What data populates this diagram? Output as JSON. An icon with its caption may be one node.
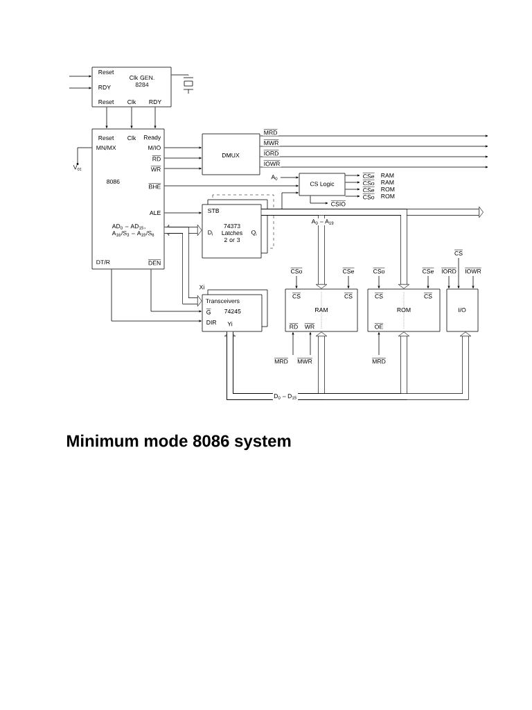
{
  "diagram": {
    "caption": "Minimum mode 8086 system",
    "nodes": [
      {
        "text": [
          "Reset",
          "RDY",
          "Clk GEN. 8284",
          "Reset",
          "Clk",
          "RDY"
        ]
      },
      {
        "text": [],
        "shape": "crystal"
      },
      {
        "text": [
          "Reset",
          "Clk",
          "Ready",
          "MN/MX",
          "M/IO",
          "RD",
          "WR",
          "8086",
          "BHE",
          "ALE",
          "AD$_{0}$ – AD$_{15}$, A$_{16}$/S$_{3}$ – A$_{19}$/S$_{6}$",
          "DT/R",
          "DEN"
        ]
      },
      {
        "text": [
          "V$_{cc}$"
        ]
      },
      {
        "text": [
          "DMUX"
        ]
      },
      {
        "text": [
          "CS Logic"
        ]
      },
      {
        "text": [
          "STB",
          "D$_{i}$",
          "74373 Latches 2 or 3",
          "Q$_{i}$"
        ]
      },
      {
        "text": [
          "Xi",
          "Transceivers",
          "G",
          "74245",
          "DIR",
          "Yi"
        ]
      },
      {
        "text": [
          "CS",
          "CS",
          "RAM",
          "RD",
          "WR"
        ]
      },
      {
        "text": [
          "CS",
          "CS",
          "ROM",
          "OE"
        ]
      },
      {
        "text": [
          "I/O"
        ]
      }
    ],
    "edges": [
      {
        "from": null,
        "to": 0,
        "arrow": "to"
      },
      {
        "from": null,
        "to": 0,
        "arrow": "to"
      },
      {
        "from": 0,
        "to": 1,
        "arrow": "none"
      },
      {
        "from": 0,
        "to": 2,
        "arrow": "to"
      },
      {
        "from": 0,
        "to": 2,
        "arrow": "to"
      },
      {
        "from": 0,
        "to": 2,
        "arrow": "to"
      },
      {
        "from": 3,
        "to": 2,
        "arrow": "none"
      },
      {
        "from": 2,
        "to": 4,
        "arrow": "to"
      },
      {
        "from": 2,
        "to": 4,
        "arrow": "to"
      },
      {
        "from": 2,
        "to": 4,
        "arrow": "to"
      },
      {
        "from": 4,
        "to": null,
        "arrow": "to",
        "label": "MRD"
      },
      {
        "from": 4,
        "to": null,
        "arrow": "to",
        "label": "MWR"
      },
      {
        "from": 4,
        "to": null,
        "arrow": "to",
        "label": "IORD"
      },
      {
        "from": 4,
        "to": null,
        "arrow": "to",
        "label": "IOWR"
      },
      {
        "from": 2,
        "to": 5,
        "arrow": "to"
      },
      {
        "from": null,
        "to": 5,
        "arrow": "to",
        "label": "A$_{0}$"
      },
      {
        "from": 6,
        "to": 5,
        "arrow": "to"
      },
      {
        "from": 5,
        "to": null,
        "arrow": "to",
        "label": "CSe"
      },
      {
        "from": 5,
        "to": null,
        "arrow": "to",
        "label": "CSo"
      },
      {
        "from": 5,
        "to": null,
        "arrow": "to",
        "label": "CSe"
      },
      {
        "from": 5,
        "to": null,
        "arrow": "to",
        "label": "CSo"
      },
      {
        "from": 5,
        "to": null,
        "arrow": "to",
        "label": "CSIO"
      },
      {
        "from": 2,
        "to": 6,
        "arrow": "to"
      },
      {
        "from": 2,
        "to": 6,
        "arrow": "both",
        "style": "thick"
      },
      {
        "from": 2,
        "to": 7,
        "arrow": "to",
        "style": "thick"
      },
      {
        "from": 2,
        "to": 7,
        "arrow": "to"
      },
      {
        "from": 2,
        "to": 7,
        "arrow": "to"
      },
      {
        "from": 6,
        "to": null,
        "arrow": "to",
        "style": "thick",
        "label": "A$_{0}$ – A$_{19}$"
      },
      {
        "from": 6,
        "to": 8,
        "arrow": "to",
        "style": "thick"
      },
      {
        "from": 6,
        "to": 9,
        "arrow": "to",
        "style": "thick"
      },
      {
        "from": 7,
        "to": 8,
        "arrow": "both",
        "style": "thick",
        "label": "D$_{0}$ – D$_{15}$"
      },
      {
        "from": 7,
        "to": 9,
        "arrow": "to",
        "style": "thick"
      },
      {
        "from": 7,
        "to": 10,
        "arrow": "to",
        "style": "thick"
      },
      {
        "from": null,
        "to": 8,
        "arrow": "to",
        "label": "CSo"
      },
      {
        "from": null,
        "to": 8,
        "arrow": "to",
        "label": "CSe"
      },
      {
        "from": null,
        "to": 9,
        "arrow": "to",
        "label": "CSo"
      },
      {
        "from": null,
        "to": 9,
        "arrow": "to",
        "label": "CSe"
      },
      {
        "from": null,
        "to": 10,
        "arrow": "to",
        "label": "IORD"
      },
      {
        "from": null,
        "to": 10,
        "arrow": "to",
        "label": "CS"
      },
      {
        "from": null,
        "to": 10,
        "arrow": "to",
        "label": "IOWR"
      },
      {
        "from": null,
        "to": 8,
        "arrow": "to",
        "label": "MRD"
      },
      {
        "from": null,
        "to": 8,
        "arrow": "to",
        "label": "MWR"
      },
      {
        "from": null,
        "to": 9,
        "arrow": "to",
        "label": "MRD"
      }
    ],
    "labels": [
      "RAM",
      "RAM",
      "ROM",
      "ROM"
    ]
  }
}
